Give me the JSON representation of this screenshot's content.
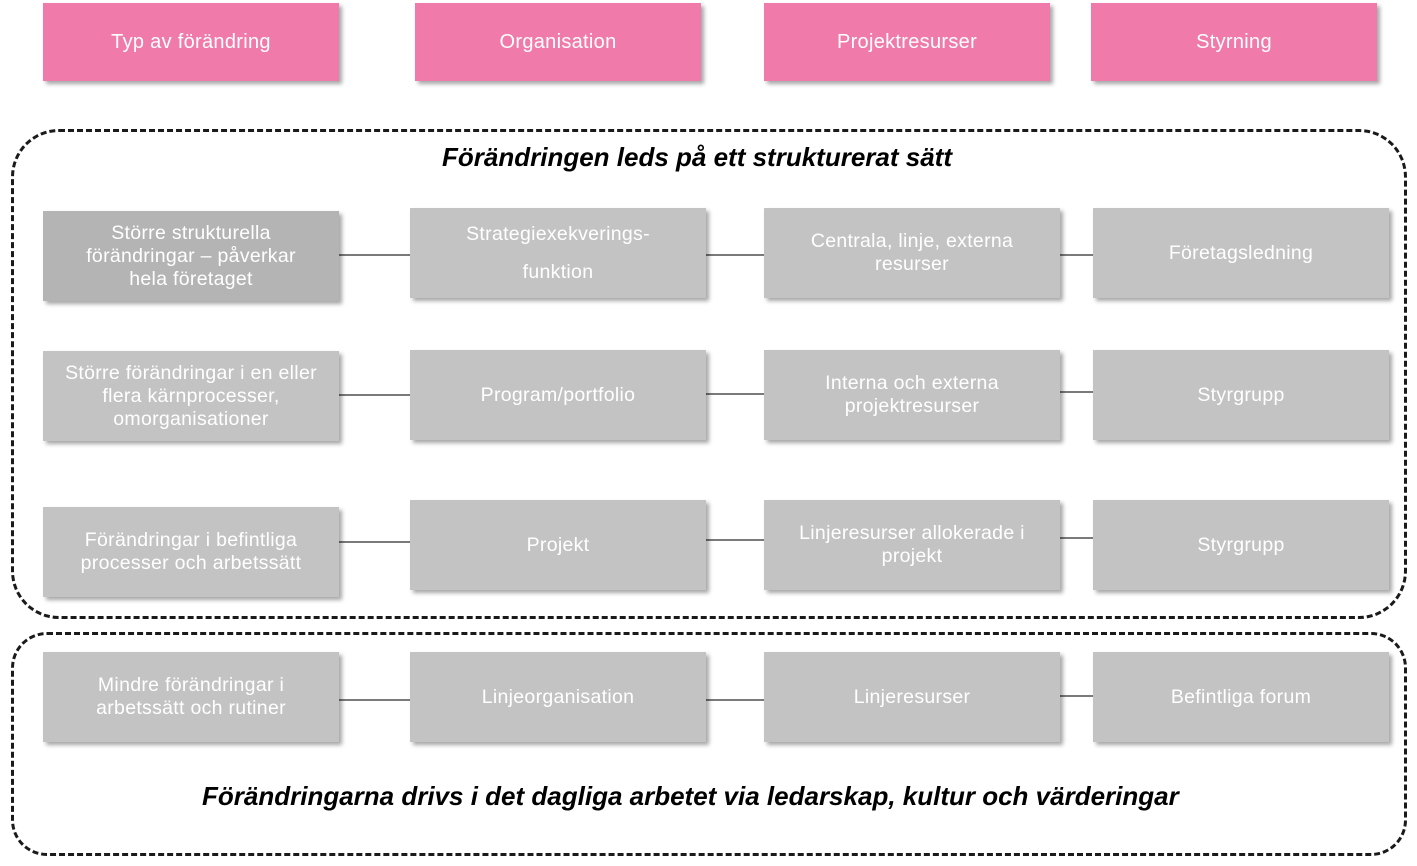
{
  "headers": [
    {
      "label": "Typ av förändring"
    },
    {
      "label": "Organisation"
    },
    {
      "label": "Projektresurser"
    },
    {
      "label": "Styrning"
    }
  ],
  "structured_group": {
    "title": "Förändringen leds på ett strukturerat sätt",
    "rows": [
      {
        "cells": [
          "Större strukturella\nförändringar – påverkar\nhela företaget",
          "Strategiexekverings-\nfunktion",
          "Centrala, linje, externa\nresurser",
          "Företagsledning"
        ]
      },
      {
        "cells": [
          "Större förändringar i en eller\nflera kärnprocesser,\nomorganisationer",
          "Program/portfolio",
          "Interna och externa\nprojektresurser",
          "Styrgrupp"
        ]
      },
      {
        "cells": [
          "Förändringar i befintliga\nprocesser och arbetssätt",
          "Projekt",
          "Linjeresurser allokerade i\nprojekt",
          "Styrgrupp"
        ]
      }
    ]
  },
  "daily_group": {
    "title": "Förändringarna drivs i det dagliga arbetet via ledarskap, kultur och värderingar",
    "rows": [
      {
        "cells": [
          "Mindre förändringar  i\narbetssätt och rutiner",
          "Linjeorganisation",
          "Linjeresurser",
          "Befintliga forum"
        ]
      }
    ]
  },
  "colors": {
    "header_bg": "#f07aaa",
    "box_bg": "#c3c3c3",
    "box_first_bg": "#b4b4b4",
    "connector": "#7a7a7a",
    "border": "#1a1a1a"
  }
}
